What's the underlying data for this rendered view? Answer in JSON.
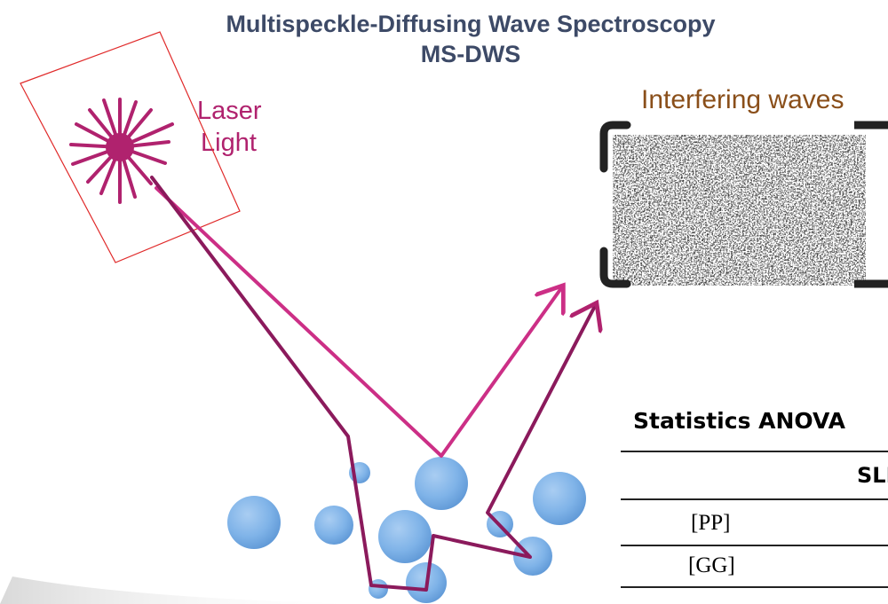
{
  "title": {
    "line1": "Multispeckle-Diffusing Wave Spectroscopy",
    "line2": "MS-DWS"
  },
  "laser": {
    "label_line1": "Laser",
    "label_line2": "Light",
    "color": "#b0226e"
  },
  "speckle": {
    "label": "Interfering waves",
    "label_color": "#8a4f1a"
  },
  "table": {
    "title": "Statistics ANOVA",
    "column_header": "SLB",
    "rows": [
      "[PP]",
      "[GG]"
    ]
  },
  "colors": {
    "particle": "#7fb3e8",
    "ray_dark": "#8b1a5c",
    "ray_light": "#cc2f86"
  }
}
